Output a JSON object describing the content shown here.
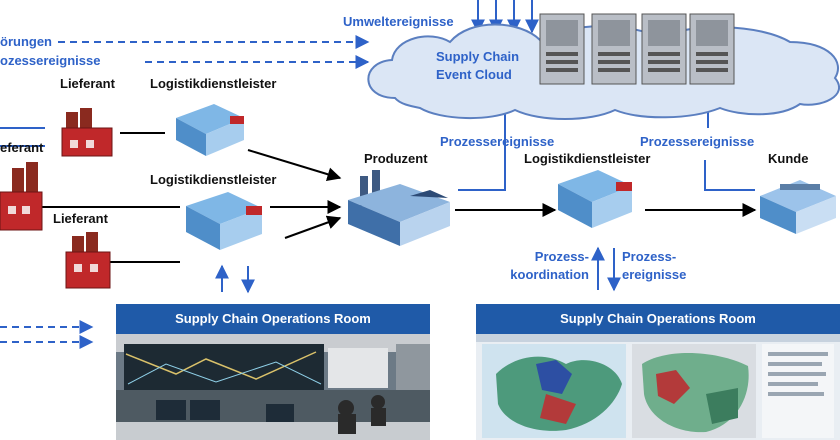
{
  "cloud": {
    "line1": "Supply Chain",
    "line2": "Event Cloud"
  },
  "labels": {
    "umwelt": "Umweltereignisse",
    "stoerungen": "örungen",
    "prozess_left": "ozessereignisse",
    "lieferant_top": "Lieferant",
    "lieferant_left": "eferant",
    "lieferant_mid": "Lieferant",
    "logistik_top": "Logistikdienstleister",
    "logistik_mid": "Logistikdienstleister",
    "logistik_right": "Logistikdienstleister",
    "produzent": "Produzent",
    "kunde": "Kunde",
    "prozess_1": "Prozessereignisse",
    "prozess_2": "Prozessereignisse",
    "koord_1": "Prozess-",
    "koord_2": "koordination",
    "ereig_1": "Prozess-",
    "ereig_2": "ereignisse"
  },
  "rooms": {
    "left": "Supply Chain Operations Room",
    "right": "Supply Chain Operations Room"
  },
  "colors": {
    "accent_blue": "#2e62c8",
    "room_blue": "#1f5aa8",
    "cloud_fill": "#dbe6f5",
    "factory_red": "#c0282a"
  }
}
